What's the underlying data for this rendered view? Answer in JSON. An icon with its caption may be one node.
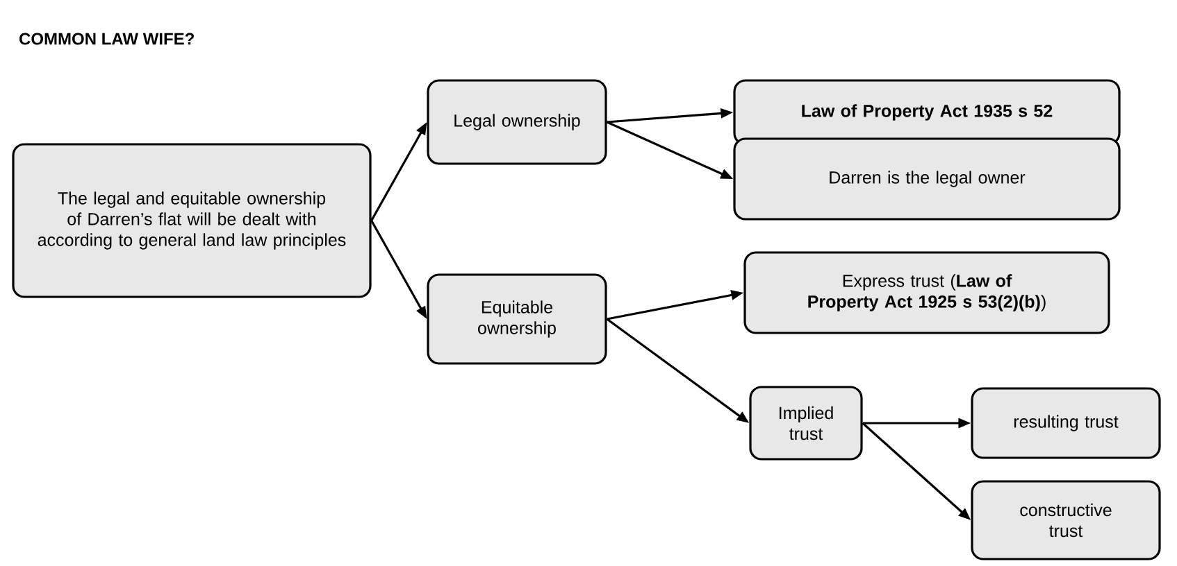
{
  "diagram": {
    "title": "COMMON LAW WIFE?",
    "nodes": [
      {
        "text": [
          "The legal and equitable ownership of Darren’s flat will be dealt with according to general land law principles"
        ]
      },
      {
        "text": [
          "Legal ownership"
        ]
      },
      {
        "text": [
          "Law of Property Act 1935 s 52"
        ]
      },
      {
        "text": [
          "Darren is the legal owner"
        ]
      },
      {
        "text": [
          "Express trust (**Law of Property Act 1925 s 53(2)(b)**)"
        ]
      },
      {
        "text": [
          "Equitable ownership"
        ]
      },
      {
        "text": [
          "Implied trust"
        ]
      },
      {
        "text": [
          "resulting trust"
        ]
      },
      {
        "text": [
          "constructive trust"
        ]
      }
    ],
    "edges": [
      {
        "from": 0,
        "to": 1,
        "arrow": "to"
      },
      {
        "from": 0,
        "to": 5,
        "arrow": "to"
      },
      {
        "from": 1,
        "to": 2,
        "arrow": "to"
      },
      {
        "from": 1,
        "to": 3,
        "arrow": "to"
      },
      {
        "from": 5,
        "to": 4,
        "arrow": "to"
      },
      {
        "from": 5,
        "to": 6,
        "arrow": "to"
      },
      {
        "from": 6,
        "to": 7,
        "arrow": "to"
      },
      {
        "from": 6,
        "to": 8,
        "arrow": "to"
      }
    ]
  }
}
